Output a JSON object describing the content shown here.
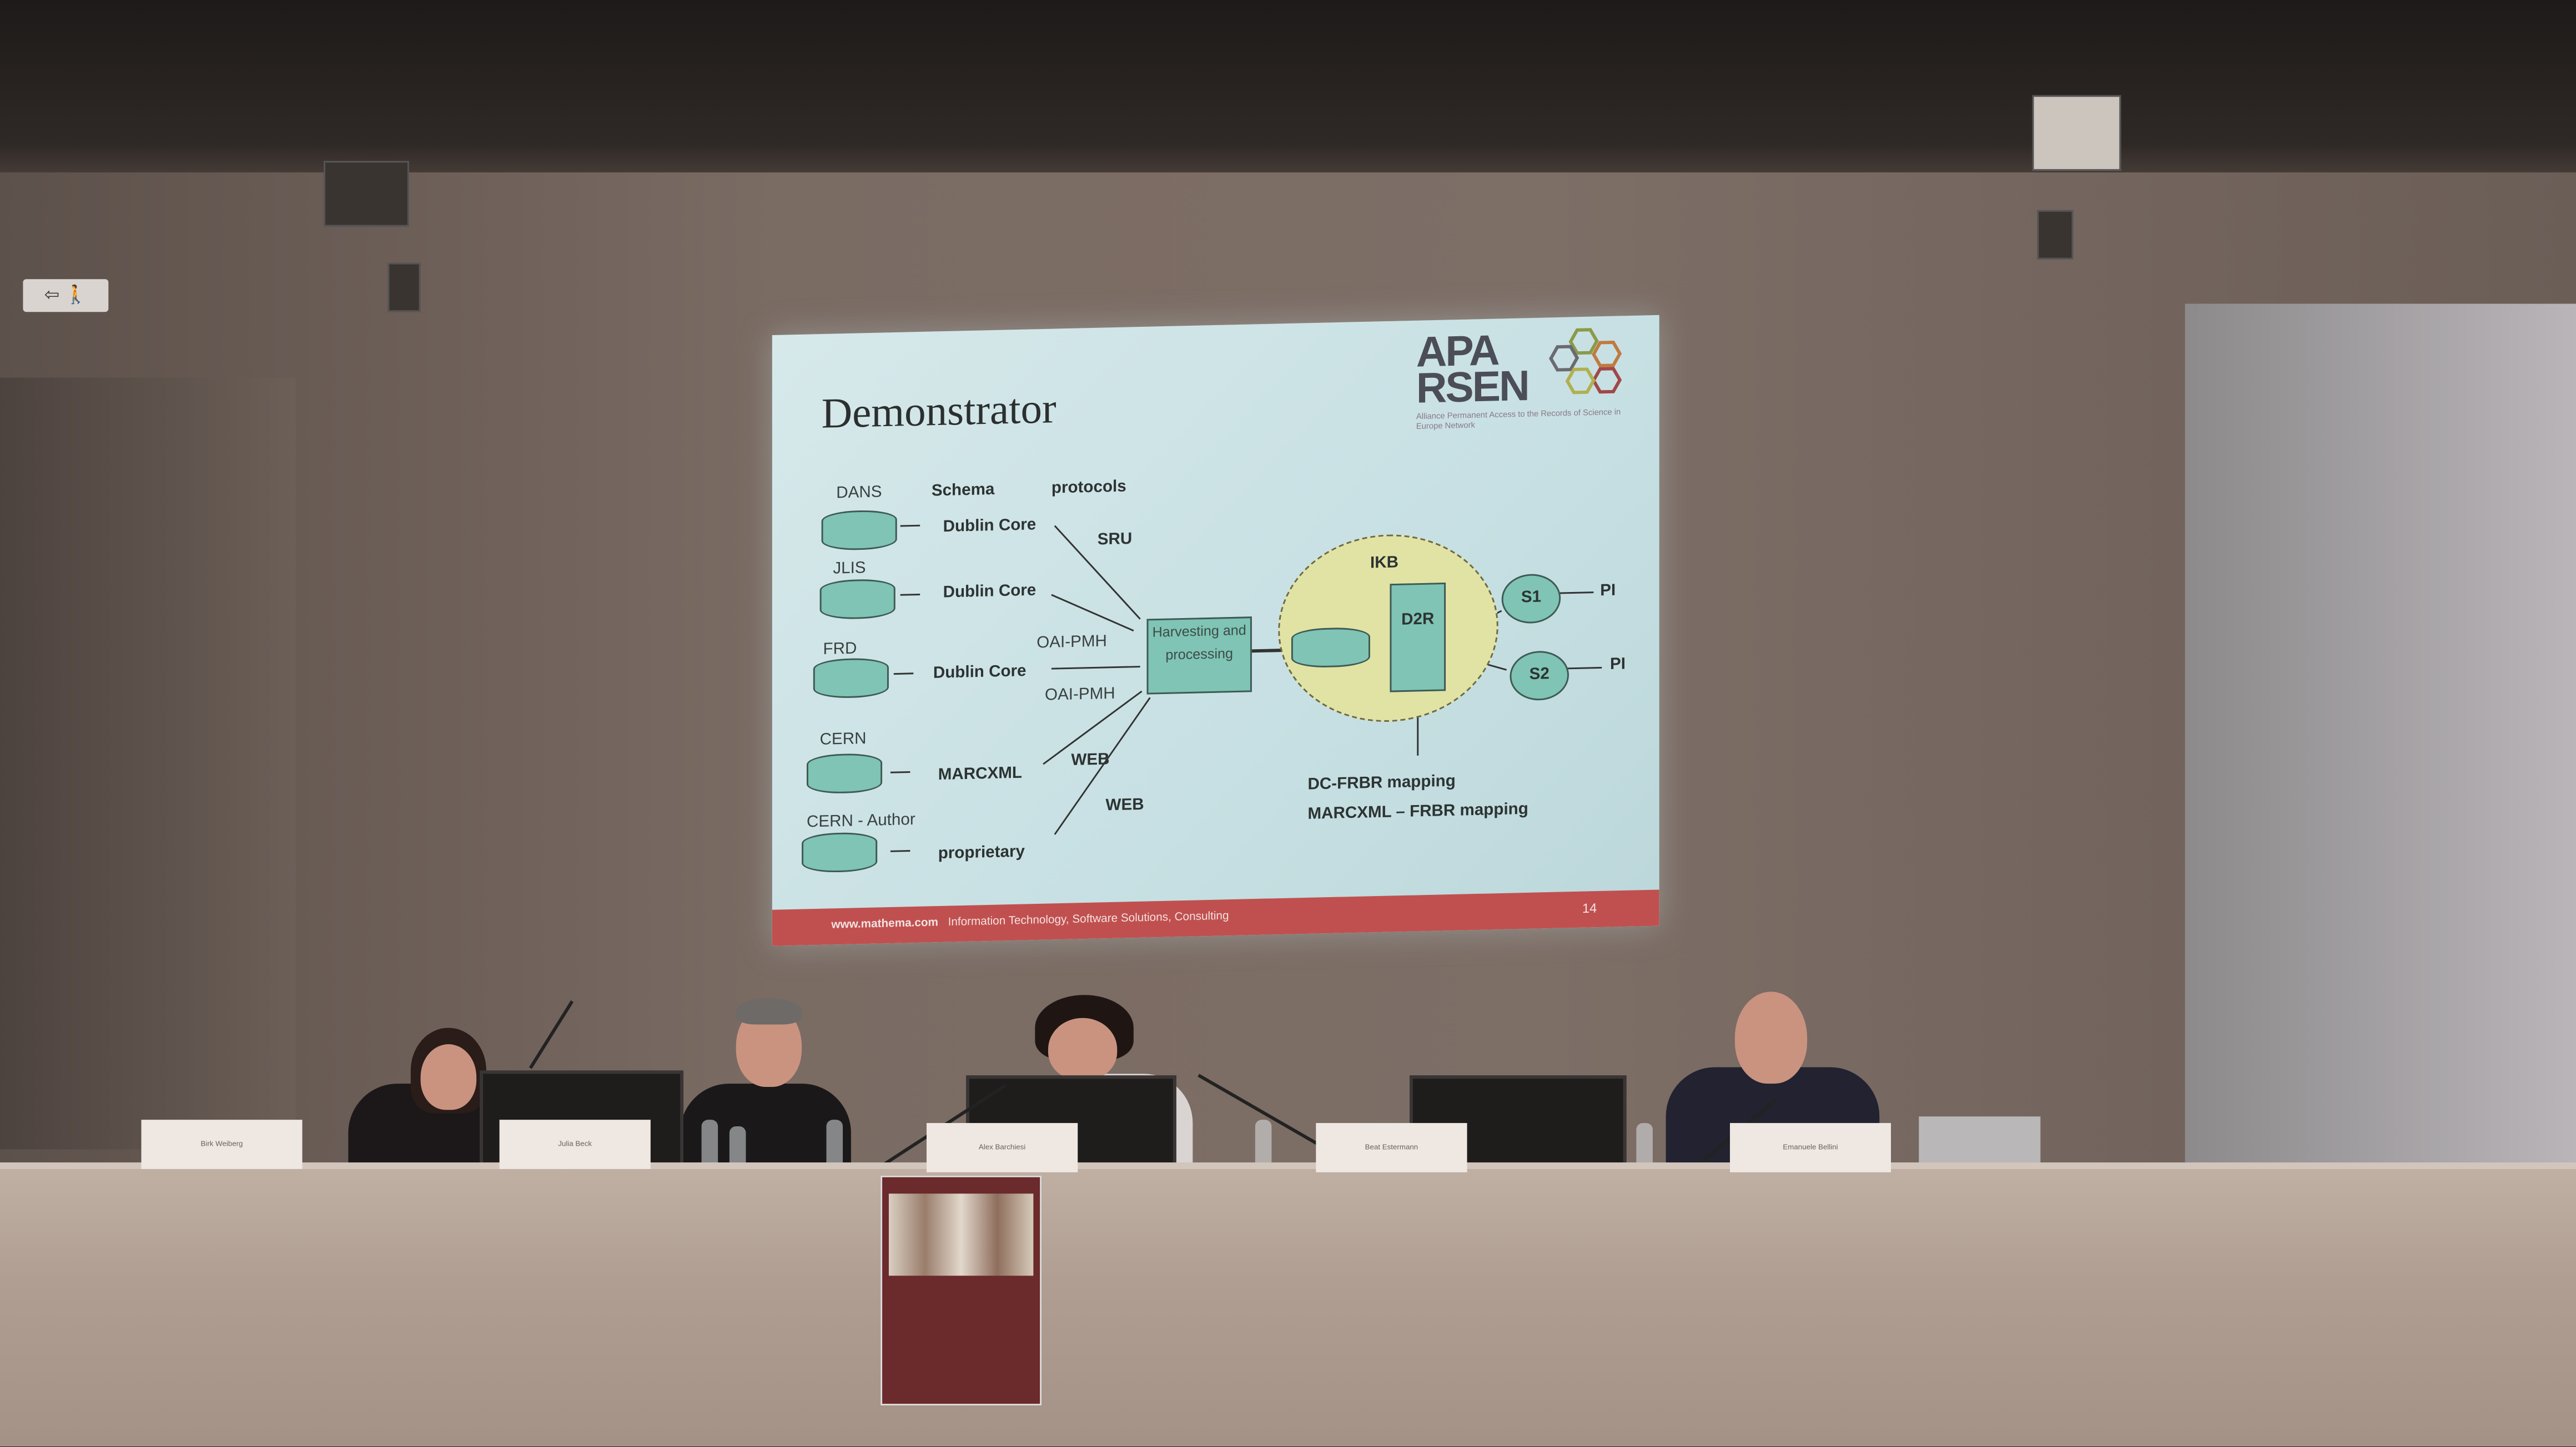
{
  "room": {
    "exit_sign": "⇦ 🚶"
  },
  "slide": {
    "title": "Demonstrator",
    "logo": {
      "line1": "APA",
      "line2": "RSEN",
      "tagline": "Alliance Permanent Access to the Records of Science in Europe Network"
    },
    "headers": {
      "schema": "Schema",
      "protocols": "protocols"
    },
    "sources": [
      {
        "name": "DANS",
        "schema": "Dublin Core"
      },
      {
        "name": "JLIS",
        "schema": "Dublin Core"
      },
      {
        "name": "FRD",
        "schema": "Dublin Core"
      },
      {
        "name": "CERN",
        "schema": "MARCXML"
      },
      {
        "name": "CERN - Author",
        "schema": "proprietary"
      }
    ],
    "protocols": [
      "SRU",
      "OAI-PMH",
      "OAI-PMH",
      "WEB",
      "WEB"
    ],
    "harvest_box": "Harvesting and processing",
    "ikb_label": "IKB",
    "d2r_label": "D2R",
    "s1": "S1",
    "s2": "S2",
    "pi1": "PI",
    "pi2": "PI",
    "mapping1": "DC-FRBR mapping",
    "mapping2": "MARCXML – FRBR mapping",
    "footer_site": "www.mathema.com",
    "footer_text": "Information Technology, Software Solutions, Consulting",
    "page_number": "14"
  },
  "name_cards": [
    "Birk Weiberg",
    "Julia Beck",
    "Alex Barchiesi",
    "Beat Estermann",
    "Emanuele Bellini"
  ]
}
